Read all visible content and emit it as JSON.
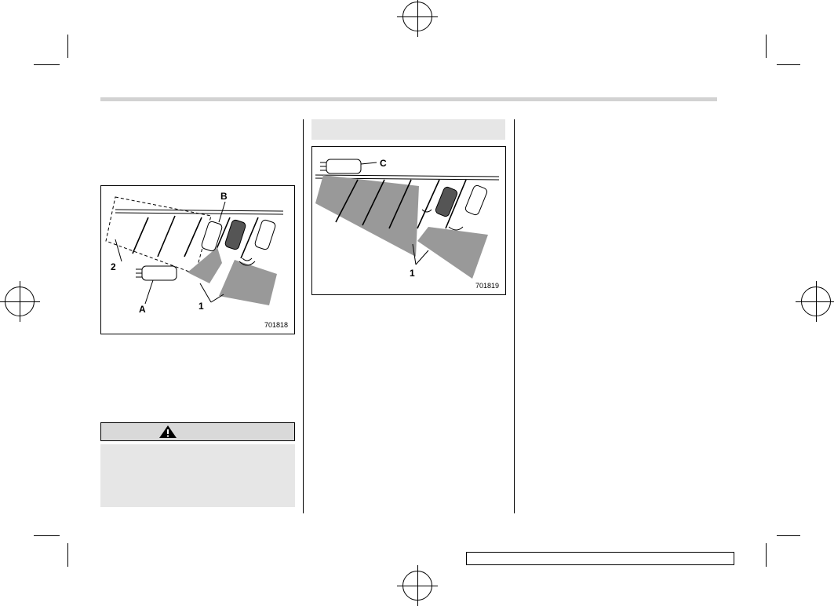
{
  "figure_left": {
    "number": "701818",
    "labels": {
      "a": "A",
      "b": "B",
      "one": "1",
      "two": "2"
    }
  },
  "figure_right": {
    "number": "701819",
    "labels": {
      "c": "C",
      "one": "1"
    }
  },
  "icons": {
    "warning": "warning-triangle-icon"
  }
}
